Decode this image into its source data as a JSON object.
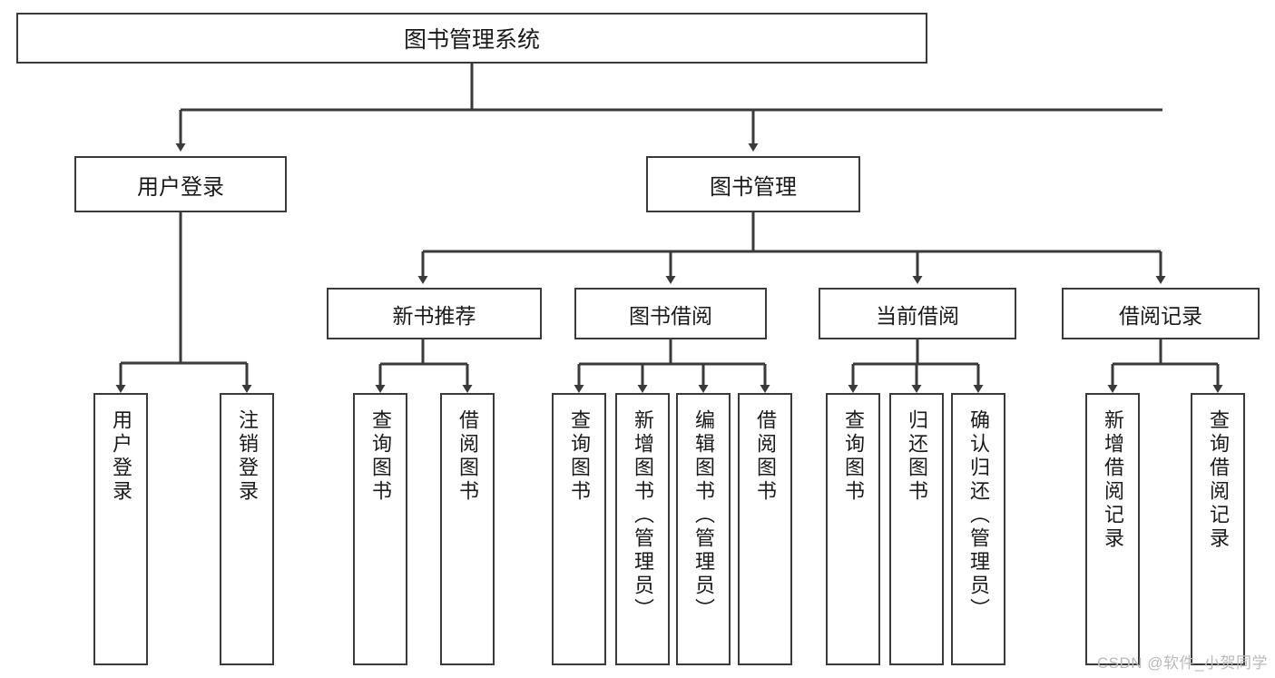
{
  "diagram": {
    "type": "tree",
    "title": "图书管理系统",
    "watermark": "CSDN @软件_小贺同学",
    "colors": {
      "box_border": "#3a3a3a",
      "box_fill": "#ffffff",
      "edge": "#3a3a3a",
      "text": "#1a1a1a",
      "watermark": "#b9b9b9"
    },
    "root": {
      "label": "图书管理系统"
    },
    "level1": [
      {
        "label": "用户登录"
      },
      {
        "label": "图书管理"
      }
    ],
    "level2": [
      {
        "label": "新书推荐"
      },
      {
        "label": "图书借阅"
      },
      {
        "label": "当前借阅"
      },
      {
        "label": "借阅记录"
      }
    ],
    "leaves": {
      "user_login": [
        {
          "label": "用户登录"
        },
        {
          "label": "注销登录"
        }
      ],
      "new_book_recommend": [
        {
          "label": "查询图书"
        },
        {
          "label": "借阅图书"
        }
      ],
      "book_borrow": [
        {
          "label": "查询图书"
        },
        {
          "label": "新增图书（管理员）"
        },
        {
          "label": "编辑图书（管理员）"
        },
        {
          "label": "借阅图书"
        }
      ],
      "current_borrow": [
        {
          "label": "查询图书"
        },
        {
          "label": "归还图书"
        },
        {
          "label": "确认归还（管理员）"
        }
      ],
      "borrow_record": [
        {
          "label": "新增借阅记录"
        },
        {
          "label": "查询借阅记录"
        }
      ]
    }
  }
}
